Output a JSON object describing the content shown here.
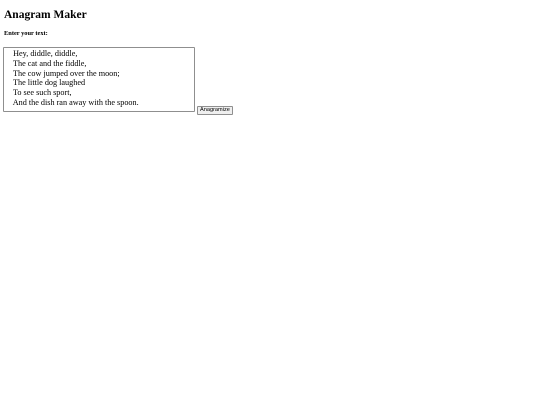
{
  "header": {
    "title": "Anagram Maker"
  },
  "form": {
    "label": "Enter your text:",
    "input_value": "   Hey, diddle, diddle,\n   The cat and the fiddle,\n   The cow jumped over the moon;\n   The little dog laughed\n   To see such sport,\n   And the dish ran away with the spoon.",
    "button_label": "Anagramize"
  }
}
